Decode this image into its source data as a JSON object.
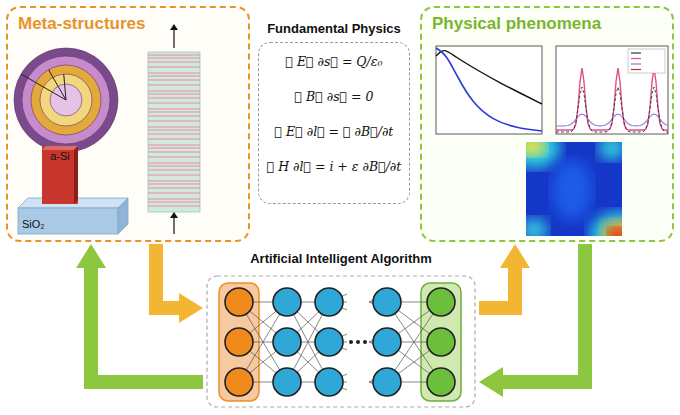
{
  "diagram": {
    "nodes": [
      {
        "text": [
          "Meta-structures"
        ]
      },
      {
        "text": [
          "a-Si"
        ],
        "in": 0
      },
      {
        "text": [
          "SiO₂"
        ],
        "in": 0
      },
      {
        "text": [
          "Fundamental Physics",
          "∯ E⃗ ∂s⃗ = Q/ε₀",
          "∯ B⃗ ∂s⃗ = 0",
          "∮ E⃗ ∂l⃗ = ∯ ∂B⃗/∂t",
          "∮ H ∂l⃗ = i + ε ∂B⃗/∂t"
        ]
      },
      {
        "text": [
          "Physical phenomena"
        ]
      },
      {
        "text": [
          "Artificial Intelligent Algorithm"
        ]
      }
    ],
    "edges": [
      {
        "from": 0,
        "to": 5,
        "arrow": "to"
      },
      {
        "from": 5,
        "to": 0,
        "arrow": "to"
      },
      {
        "from": 5,
        "to": 4,
        "arrow": "to"
      },
      {
        "from": 4,
        "to": 5,
        "arrow": "to"
      }
    ]
  }
}
